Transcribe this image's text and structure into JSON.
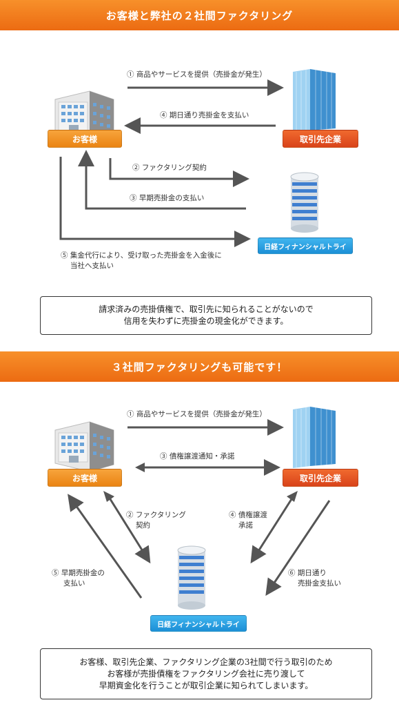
{
  "section1": {
    "banner": "お客様と弊社の２社間ファクタリング",
    "client_label": "お客様",
    "partner_label": "取引先企業",
    "nikkei_label": "日経フィナンシャルトライ",
    "step1": "① 商品やサービスを提供（売掛金が発生）",
    "step4": "④ 期日通り売掛金を支払い",
    "step2": "② ファクタリング契約",
    "step3": "③ 早期売掛金の支払い",
    "step5_line1": "⑤ 集金代行により、受け取った売掛金を入金後に",
    "step5_line2": "当社へ支払い",
    "info_line1": "請求済みの売掛債権で、取引先に知られることがないので",
    "info_line2": "信用を失わずに売掛金の現金化ができます。"
  },
  "section2": {
    "banner": "３社間ファクタリングも可能です！",
    "client_label": "お客様",
    "partner_label": "取引先企業",
    "nikkei_label": "日経フィナンシャルトライ",
    "step1": "① 商品やサービスを提供（売掛金が発生）",
    "step3": "③ 債権譲渡通知・承諾",
    "step2_line1": "② ファクタリング",
    "step2_line2": "契約",
    "step4_line1": "④ 債権譲渡",
    "step4_line2": "承諾",
    "step5_line1": "⑤ 早期売掛金の",
    "step5_line2": "支払い",
    "step6_line1": "⑥ 期日通り",
    "step6_line2": "売掛金支払い",
    "info_line1": "お客様、取引先企業、ファクタリング企業の3社間で行う取引のため",
    "info_line2": "お客様が売掛債権をファクタリング会社に売り渡して",
    "info_line3": "早期資金化を行うことが取引企業に知られてしまいます。"
  },
  "colors": {
    "banner": "#ef7a1c",
    "client": "#ef9420",
    "partner": "#e2531f",
    "nikkei": "#2ba3e4",
    "arrow": "#555555"
  },
  "icons": [
    "client-office-building-icon",
    "partner-glass-tower-icon",
    "nikkei-cylinder-tower-icon"
  ]
}
